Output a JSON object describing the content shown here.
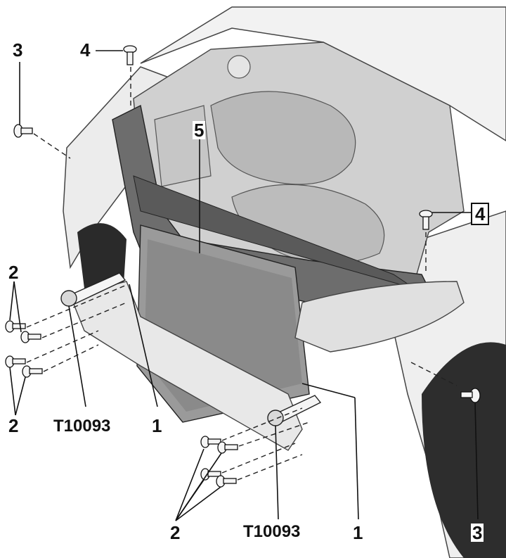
{
  "figure": {
    "callouts": {
      "c3_top_left": "3",
      "c4_top": "4",
      "c5": "5",
      "c4_right": "4",
      "c2_left_upper": "2",
      "c2_left_lower": "2",
      "c_tool_left": "T10093",
      "c1_left": "1",
      "c2_bottom": "2",
      "c_tool_bottom": "T10093",
      "c1_bottom": "1",
      "c3_bottom_right": "3"
    },
    "icons": {
      "bolt": "bolt-icon",
      "pin": "guide-pin-icon",
      "car": "car-front-illustration"
    },
    "colors": {
      "ink": "#111111",
      "body_light": "#f2f2f2",
      "body_mid": "#bdbdbd",
      "body_dark": "#6d6d6d",
      "engine": "#d0d0d0"
    }
  }
}
